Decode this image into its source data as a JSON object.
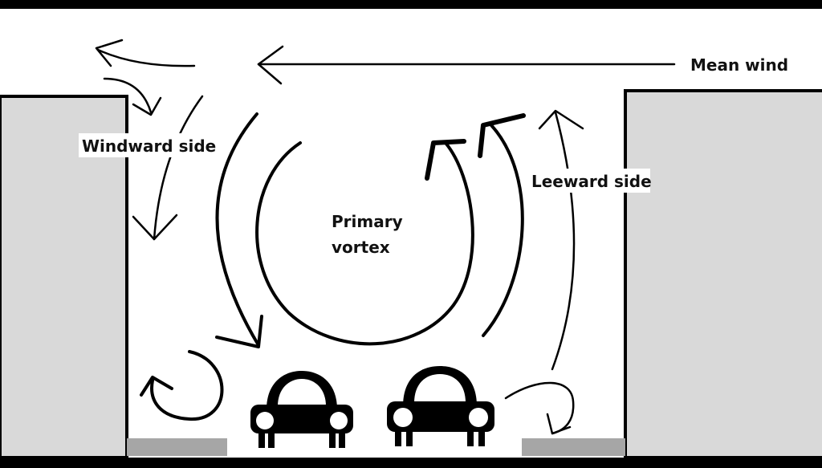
{
  "labels": {
    "mean_wind": "Mean wind",
    "windward_side": "Windward side",
    "leeward_side": "Leeward side",
    "primary_vortex_line1": "Primary",
    "primary_vortex_line2": "vortex"
  },
  "colors": {
    "building_fill": "#d9d9d9",
    "outline": "#000000",
    "background": "#ffffff",
    "sidewalk": "#a6a6a6"
  },
  "icons": [
    "car-icon",
    "car-icon"
  ]
}
